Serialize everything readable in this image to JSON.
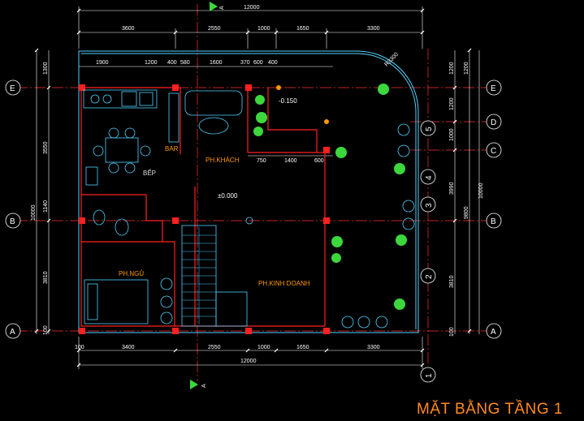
{
  "title": "MẶT BẰNG TẦNG 1",
  "rooms": {
    "bar": "BAR",
    "bep": "BẾP",
    "khach": "PH.KHÁCH",
    "ngu": "PH.NGỦ",
    "kinh_doanh": "PH.KINH DOANH"
  },
  "levels": {
    "upper": "-0.150",
    "main": "±0.000"
  },
  "section_marks": {
    "top": "A",
    "bottom": "A"
  },
  "axes_left": [
    "E",
    "B",
    "A"
  ],
  "axes_right": [
    "E",
    "D",
    "C",
    "B",
    "A"
  ],
  "axes_grid": [
    "1",
    "2",
    "3",
    "4",
    "5"
  ],
  "dims_top": {
    "total": "12000",
    "segments": [
      "3600",
      "2550",
      "1000",
      "1650",
      "3300"
    ],
    "inner": [
      "1900",
      "1200",
      "400",
      "580",
      "1600",
      "370",
      "600",
      "400"
    ]
  },
  "dims_bottom": {
    "total": "12000",
    "segments": [
      "100",
      "3400",
      "2550",
      "1000",
      "1650",
      "3300"
    ]
  },
  "dims_left": {
    "total": "10000",
    "segments": [
      "1300",
      "3550",
      "1140",
      "3810",
      "100"
    ]
  },
  "dims_right_outer": {
    "total": "10000",
    "segments": [
      "1200",
      "9800"
    ]
  },
  "dims_right_inner": [
    "1200",
    "1200",
    "1000",
    "3990",
    "3810",
    "100"
  ],
  "dims_mid": [
    "750",
    "1400",
    "600"
  ],
  "radius_label": "R3300",
  "colors": {
    "wall": "#ff2020",
    "axis": "#ff3030",
    "outline": "#4fd2ff",
    "plant": "#3cd73c",
    "dim": "#ffffff",
    "room": "#ff9900"
  }
}
